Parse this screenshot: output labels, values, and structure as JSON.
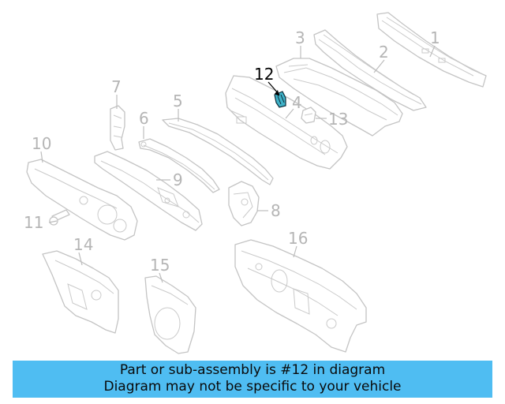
{
  "diagram": {
    "callouts": [
      "1",
      "2",
      "3",
      "4",
      "5",
      "6",
      "7",
      "8",
      "9",
      "10",
      "11",
      "12",
      "13",
      "14",
      "15",
      "16"
    ],
    "highlighted_part": "12"
  },
  "banner": {
    "line1": "Part or sub-assembly is #12 in diagram",
    "line2": "Diagram may not be specific to your vehicle"
  },
  "colors": {
    "banner_bg": "#4fbdf2",
    "highlight_fill": "#3fb2c8",
    "line_gray": "#c4c4c4"
  }
}
